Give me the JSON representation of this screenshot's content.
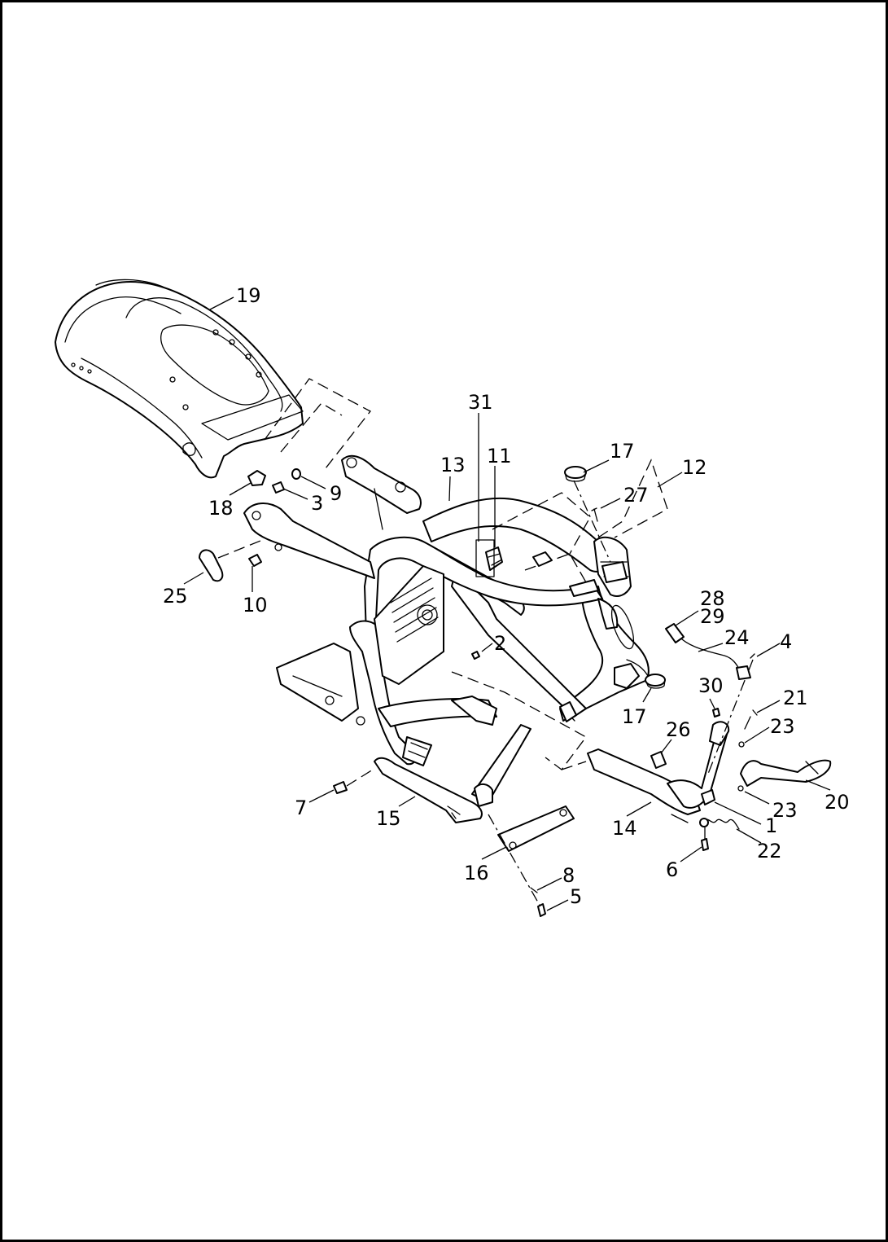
{
  "diagram": {
    "callouts": [
      {
        "id": "c19",
        "label": "19"
      },
      {
        "id": "c31",
        "label": "31"
      },
      {
        "id": "c11",
        "label": "11"
      },
      {
        "id": "c13",
        "label": "13"
      },
      {
        "id": "c17a",
        "label": "17"
      },
      {
        "id": "c12",
        "label": "12"
      },
      {
        "id": "c27",
        "label": "27"
      },
      {
        "id": "c9",
        "label": "9"
      },
      {
        "id": "c3",
        "label": "3"
      },
      {
        "id": "c18",
        "label": "18"
      },
      {
        "id": "c25",
        "label": "25"
      },
      {
        "id": "c10",
        "label": "10"
      },
      {
        "id": "c28",
        "label": "28"
      },
      {
        "id": "c29",
        "label": "29"
      },
      {
        "id": "c24",
        "label": "24"
      },
      {
        "id": "c4",
        "label": "4"
      },
      {
        "id": "c2",
        "label": "2"
      },
      {
        "id": "c30",
        "label": "30"
      },
      {
        "id": "c21",
        "label": "21"
      },
      {
        "id": "c17b",
        "label": "17"
      },
      {
        "id": "c26",
        "label": "26"
      },
      {
        "id": "c23a",
        "label": "23"
      },
      {
        "id": "c20",
        "label": "20"
      },
      {
        "id": "c23b",
        "label": "23"
      },
      {
        "id": "c1",
        "label": "1"
      },
      {
        "id": "c7",
        "label": "7"
      },
      {
        "id": "c15",
        "label": "15"
      },
      {
        "id": "c14",
        "label": "14"
      },
      {
        "id": "c22",
        "label": "22"
      },
      {
        "id": "c16",
        "label": "16"
      },
      {
        "id": "c6",
        "label": "6"
      },
      {
        "id": "c8",
        "label": "8"
      },
      {
        "id": "c5",
        "label": "5"
      }
    ]
  }
}
